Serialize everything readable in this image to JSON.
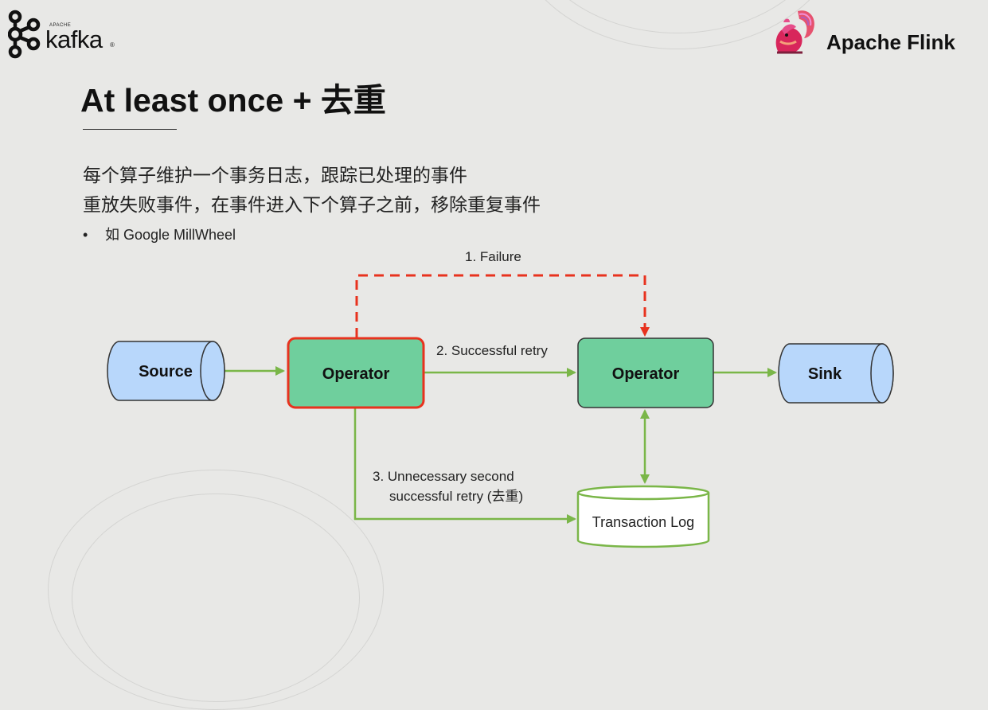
{
  "header": {
    "left_logo": {
      "apache": "APACHE",
      "word": "kafka",
      "reg": "®"
    },
    "right_logo": {
      "text": "Apache Flink"
    }
  },
  "title": "At least once + 去重",
  "body": {
    "line1": "每个算子维护一个事务日志，跟踪已处理的事件",
    "line2": "重放失败事件，在事件进入下个算子之前，移除重复事件",
    "bullet": "如 Google MillWheel"
  },
  "diagram": {
    "nodes": {
      "source": "Source",
      "operator1": "Operator",
      "operator2": "Operator",
      "sink": "Sink",
      "log": "Transaction Log"
    },
    "labels": {
      "failure": "1. Failure",
      "retry": "2. Successful retry",
      "second_line1": "3. Unnecessary second",
      "second_line2": "successful retry (去重)"
    }
  },
  "colors": {
    "node_fill": "#6fcf9d",
    "cylinder_fill": "#b8d7fb",
    "failure_red": "#e8321e",
    "arrow_green": "#7ab648"
  }
}
